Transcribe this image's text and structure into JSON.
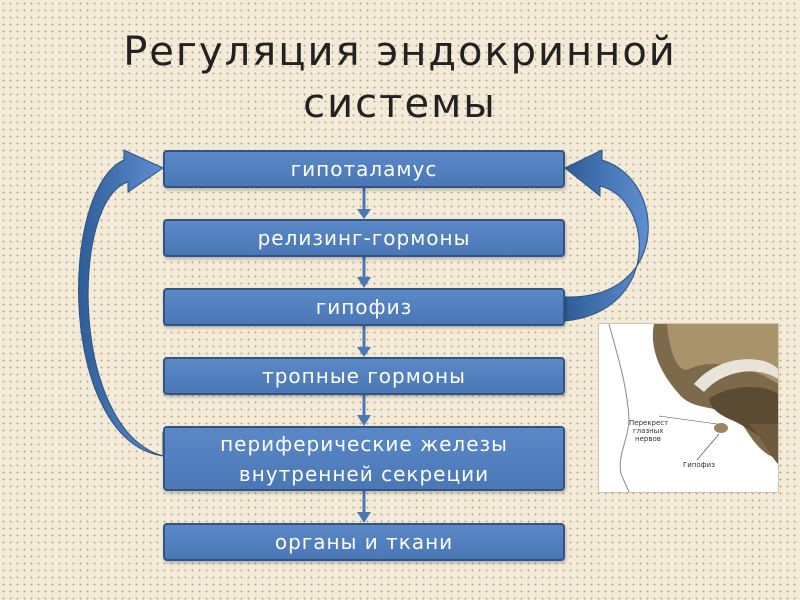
{
  "title_line1": "Регуляция эндокринной",
  "title_line2": "системы",
  "nodes": {
    "hypothalamus": "гипоталамус",
    "releasing": "релизинг-гормоны",
    "pituitary": "гипофиз",
    "tropic": "тропные гормоны",
    "peripheral_line1": "периферические железы",
    "peripheral_line2": "внутренней секреции",
    "organs": "органы и ткани"
  },
  "illustration": {
    "label_chiasm_line1": "Перекрест",
    "label_chiasm_line2": "глазных",
    "label_chiasm_line3": "нервов",
    "label_pituitary": "Гипофиз"
  },
  "colors": {
    "box": "#4f7dbd",
    "box_border": "#2f5585",
    "arrow": "#4a77b6",
    "background": "#f4ead8"
  }
}
